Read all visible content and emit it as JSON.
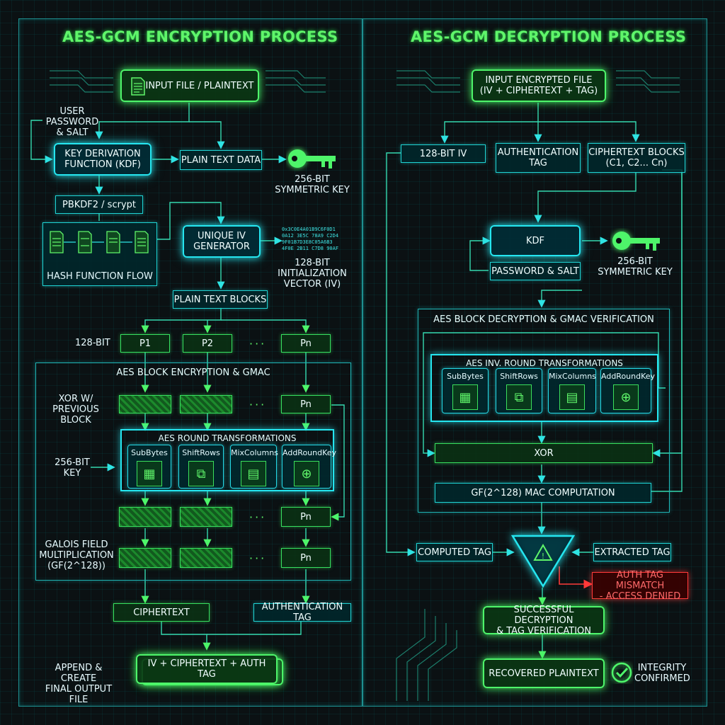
{
  "encryption": {
    "title": "AES-GCM ENCRYPTION PROCESS",
    "input_file": "INPUT FILE / PLAINTEXT",
    "user_password": "USER\nPASSWORD\n& SALT",
    "kdf": "KEY DERIVATION\nFUNCTION (KDF)",
    "plain_text_data": "PLAIN TEXT DATA",
    "sym_key": "256-BIT\nSYMMETRIC KEY",
    "pbkdf": "PBKDF2 / scrypt",
    "hash_flow": "HASH FUNCTION FLOW",
    "iv_generator": "UNIQUE IV\nGENERATOR",
    "iv_label": "128-BIT INITIALIZATION\nVECTOR (IV)",
    "iv_binary": "0x3C0E4A01B9C6F0D1\n0A12 3E5C 78A9 C2D4\n9F01B7D3E8C05A6B3\n4F0E 2B11 C7D8 90AF",
    "plain_text_blocks": "PLAIN TEXT BLOCKS",
    "bit128": "128-BIT",
    "blocks": [
      "P1",
      "P2",
      "Pn"
    ],
    "dots": "···",
    "aes_block": "AES BLOCK ENCRYPTION & GMAC",
    "xor_prev": "XOR W/\nPREVIOUS BLOCK",
    "pn": "Pn",
    "round_transformations": "AES ROUND TRANSFORMATIONS",
    "key_256": "256-BIT\nKEY",
    "ops": [
      "SubBytes",
      "ShiftRows",
      "MixColumns",
      "AddRoundKey"
    ],
    "galois": "GALOIS FIELD\nMULTIPLICATION\n(GF(2^128))",
    "ciphertext": "CIPHERTEXT",
    "auth_tag": "AUTHENTICATION TAG",
    "append": "APPEND & CREATE\nFINAL OUTPUT FILE",
    "final_output": "IV + CIPHERTEXT + AUTH TAG"
  },
  "decryption": {
    "title": "AES-GCM DECRYPTION PROCESS",
    "input_file": "INPUT ENCRYPTED FILE\n(IV + CIPHERTEXT + TAG)",
    "iv": "128-BIT IV",
    "auth_tag": "AUTHENTICATION\nTAG",
    "cipher_blocks": "CIPHERTEXT BLOCKS\n(C1, C2... Cn)",
    "kdf": "KDF",
    "password_salt": "PASSWORD & SALT",
    "sym_key": "256-BIT\nSYMMETRIC KEY",
    "aes_block": "AES BLOCK DECRYPTION & GMAC VERIFICATION",
    "inv_round": "AES INV. ROUND TRANSFORMATIONS",
    "ops": [
      "SubBytes",
      "ShiftRows",
      "MixColumns",
      "AddRoundKey"
    ],
    "xor": "XOR",
    "gf_mac": "GF(2^128) MAC COMPUTATION",
    "computed_tag": "COMPUTED TAG",
    "extracted_tag": "EXTRACTED TAG",
    "mismatch": "AUTH TAG MISMATCH\n- ACCESS DENIED",
    "success": "SUCCESSFUL DECRYPTION\n& TAG VERIFICATION",
    "recovered": "RECOVERED PLAINTEXT",
    "integrity": "INTEGRITY\nCONFIRMED"
  },
  "colors": {
    "green": "#4ef56a",
    "cyan": "#25e6f0",
    "red": "#ff3a3a"
  }
}
